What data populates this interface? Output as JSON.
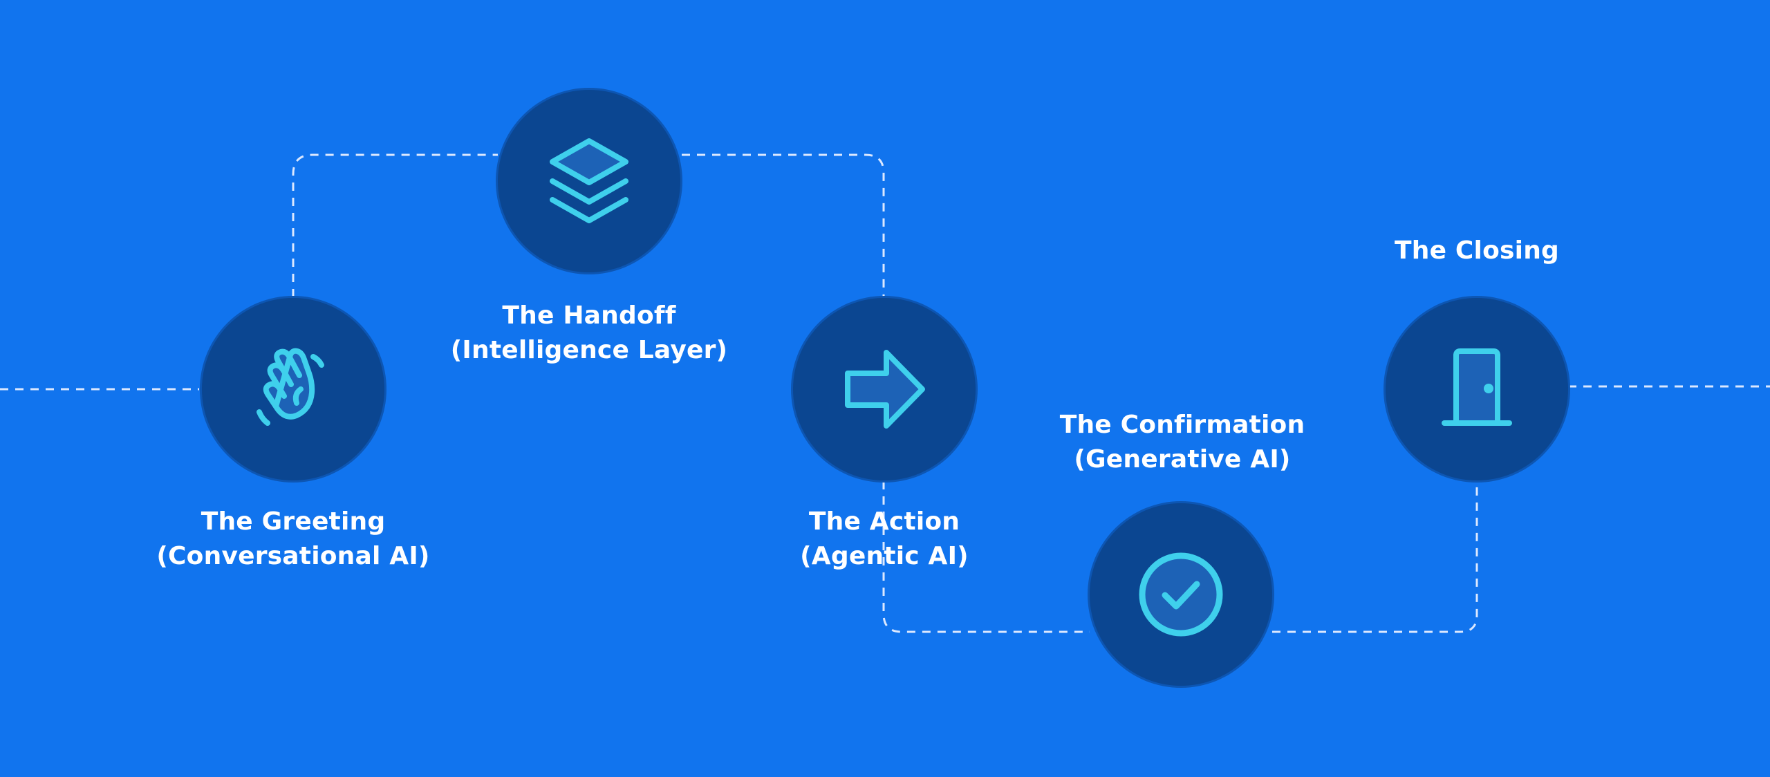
{
  "colors": {
    "background": "#1174ee",
    "node_fill": "#0b4691",
    "icon_stroke": "#3fd0ec",
    "icon_fill": "#1d62b6",
    "connector": "#dbe8ff",
    "text": "#ffffff"
  },
  "steps": [
    {
      "id": "greeting",
      "icon": "waving-hand-icon",
      "title": "The Greeting",
      "subtitle": "(Conversational AI)"
    },
    {
      "id": "handoff",
      "icon": "layers-stack-icon",
      "title": "The Handoff",
      "subtitle": "(Intelligence Layer)"
    },
    {
      "id": "action",
      "icon": "arrow-right-icon",
      "title": "The Action",
      "subtitle": "(Agentic AI)"
    },
    {
      "id": "confirmation",
      "icon": "check-circle-icon",
      "title": "The Confirmation",
      "subtitle": "(Generative AI)"
    },
    {
      "id": "closing",
      "icon": "door-icon",
      "title": "The Closing",
      "subtitle": ""
    }
  ]
}
